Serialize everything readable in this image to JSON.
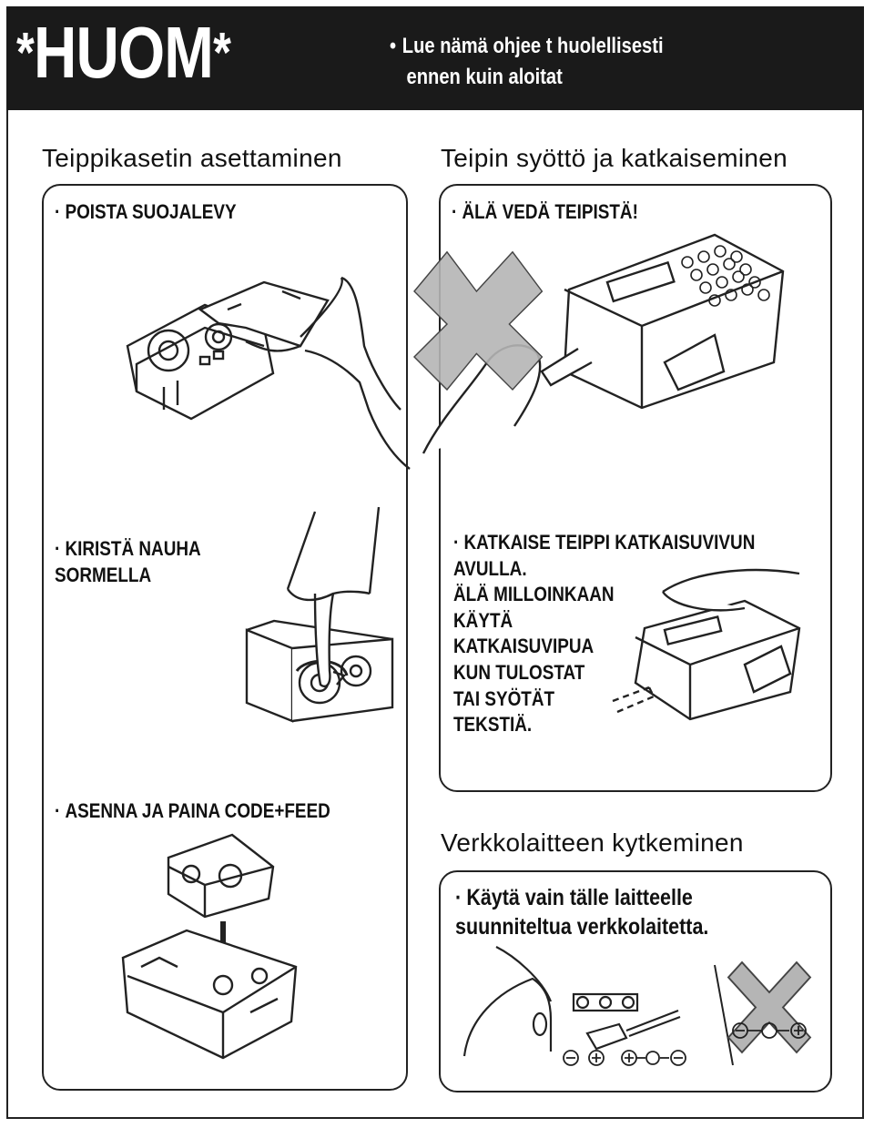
{
  "banner": {
    "title": "HUOM",
    "star": "*",
    "bullet": "•",
    "notice_line1": "Lue nämä ohjee t huolellisesti",
    "notice_line2": "ennen kuin aloitat"
  },
  "sections": {
    "cassette_title": "Teippikasetin asettaminen",
    "feed_title": "Teipin syöttö ja katkaiseminen",
    "adapter_title": "Verkkolaitteen kytkeminen"
  },
  "steps": {
    "remove_plate": "POISTA SUOJALEVY",
    "do_not_pull": "ÄLÄ VEDÄ TEIPISTÄ!",
    "tighten_ribbon": "KIRISTÄ NAUHA\nSORMELLA",
    "cut_tape": "KATKAISE TEIPPI KATKAISUVIVUN\nAVULLA.\nÄLÄ MILLOINKAAN\nKÄYTÄ\nKATKAISUVIPUA\nKUN TULOSTAT\nTAI SYÖTÄT\nTEKSTIÄ.",
    "install_press": "ASENNA JA PAINA CODE+FEED",
    "use_adapter": "Käytä vain tälle laitteelle\nsuunniteltua verkkolaitetta."
  },
  "bullet_dot": "·",
  "colors": {
    "banner": "#1a1a1a",
    "cross": "#b5b5b5",
    "line": "#222222"
  }
}
